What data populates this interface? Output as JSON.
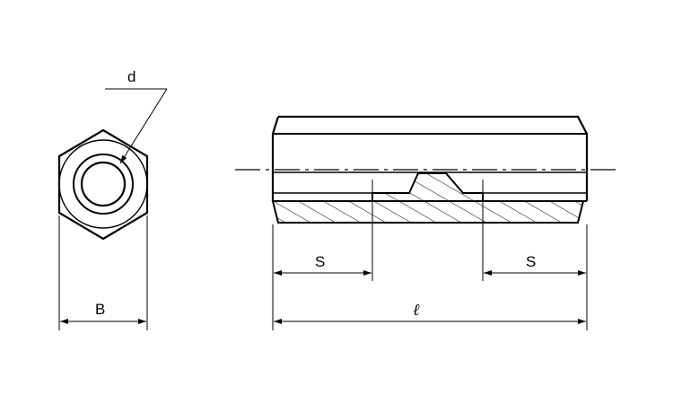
{
  "labels": {
    "d": "d",
    "B": "B",
    "S_left": "S",
    "S_right": "S",
    "length": "ℓ"
  },
  "colors": {
    "stroke": "#000000",
    "background": "#ffffff"
  }
}
